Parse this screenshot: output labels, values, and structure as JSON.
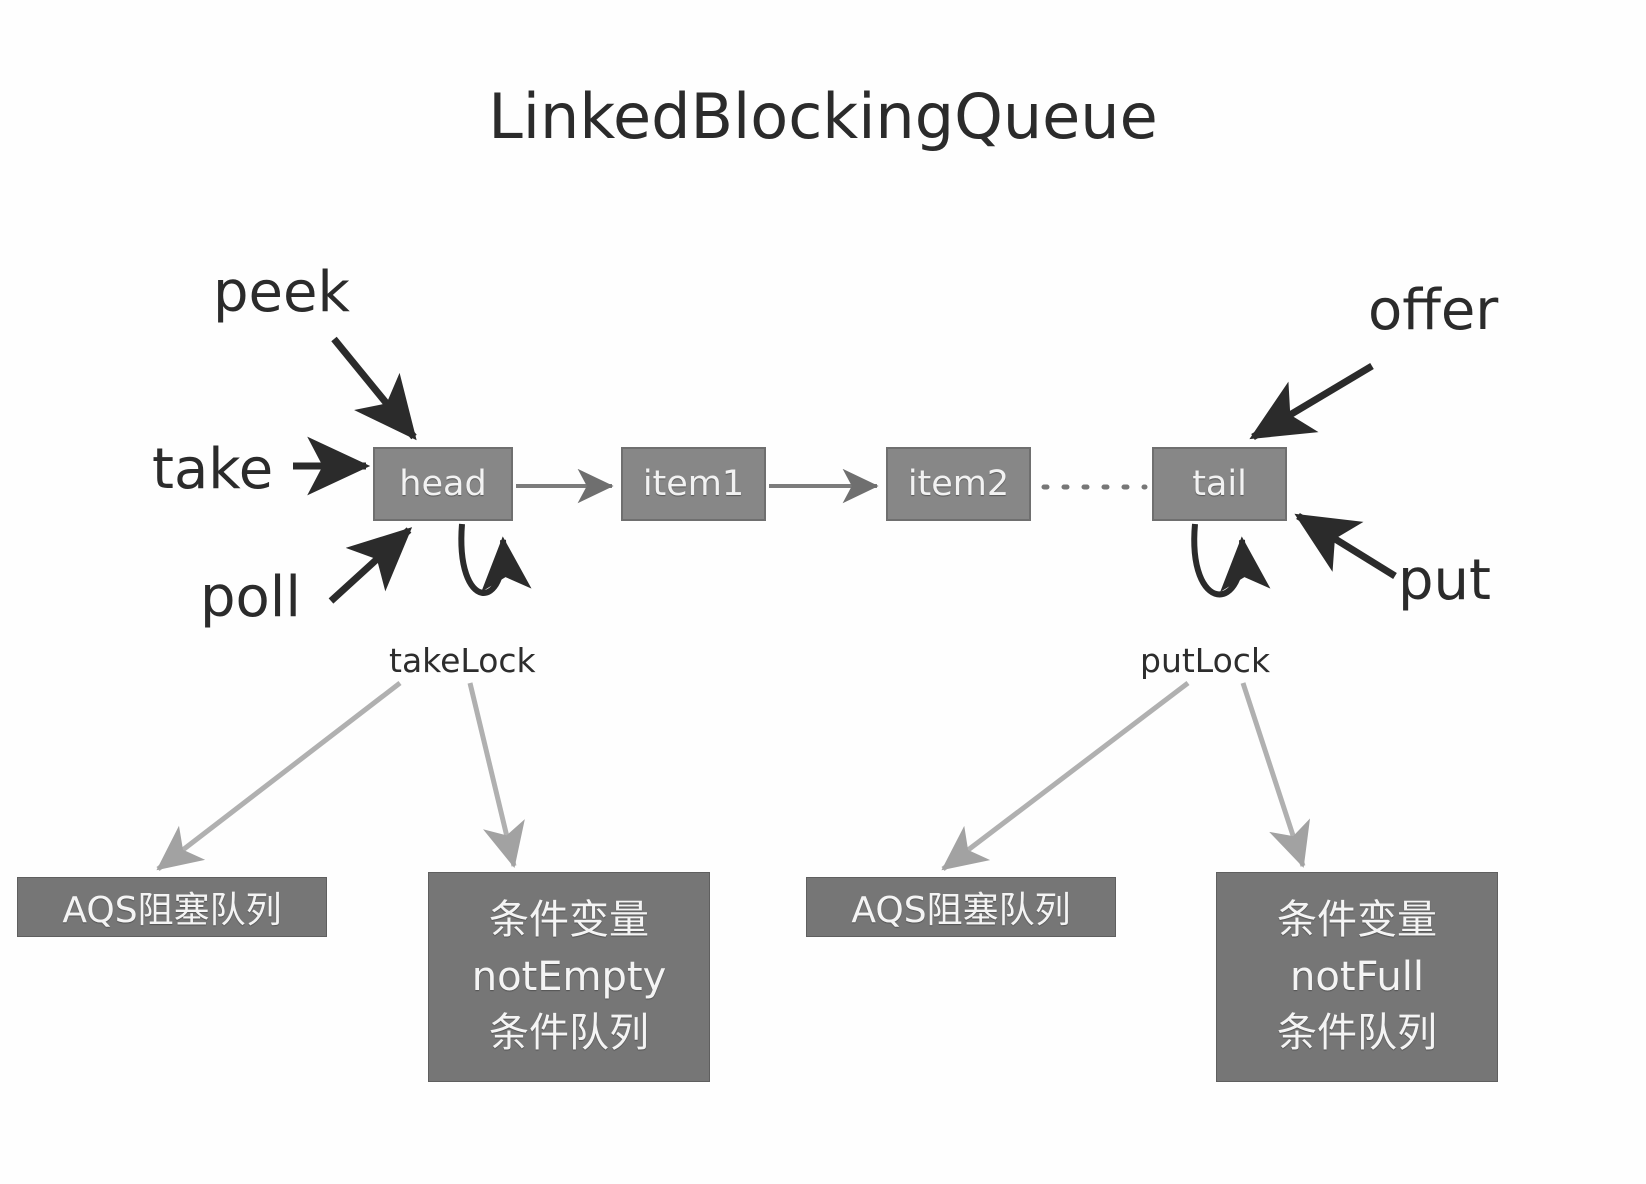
{
  "title": "LinkedBlockingQueue",
  "queue": {
    "nodes": [
      {
        "id": "head",
        "label": "head"
      },
      {
        "id": "item1",
        "label": "item1"
      },
      {
        "id": "item2",
        "label": "item2"
      },
      {
        "id": "tail",
        "label": "tail"
      }
    ],
    "ellipsis": "......"
  },
  "operations": {
    "peek": "peek",
    "take": "take",
    "poll": "poll",
    "offer": "offer",
    "put": "put"
  },
  "locks": {
    "take_lock": "takeLock",
    "put_lock": "putLock"
  },
  "lock_targets": {
    "take_aqs": {
      "line1": "AQS阻塞队列"
    },
    "put_aqs": {
      "line1": "AQS阻塞队列"
    },
    "take_condition": {
      "line1": "条件变量",
      "line2": "notEmpty",
      "line3": "条件队列"
    },
    "put_condition": {
      "line1": "条件变量",
      "line2": "notFull",
      "line3": "条件队列"
    }
  },
  "colors": {
    "node_fill": "#878787",
    "node_border": "#6f6f6f",
    "box_fill": "#767676",
    "text_dark": "#2b2b2b",
    "text_light": "#f2f2f2",
    "arrow_dark": "#2b2b2b",
    "arrow_light": "#9a9a9a",
    "background": "#ffffff"
  }
}
